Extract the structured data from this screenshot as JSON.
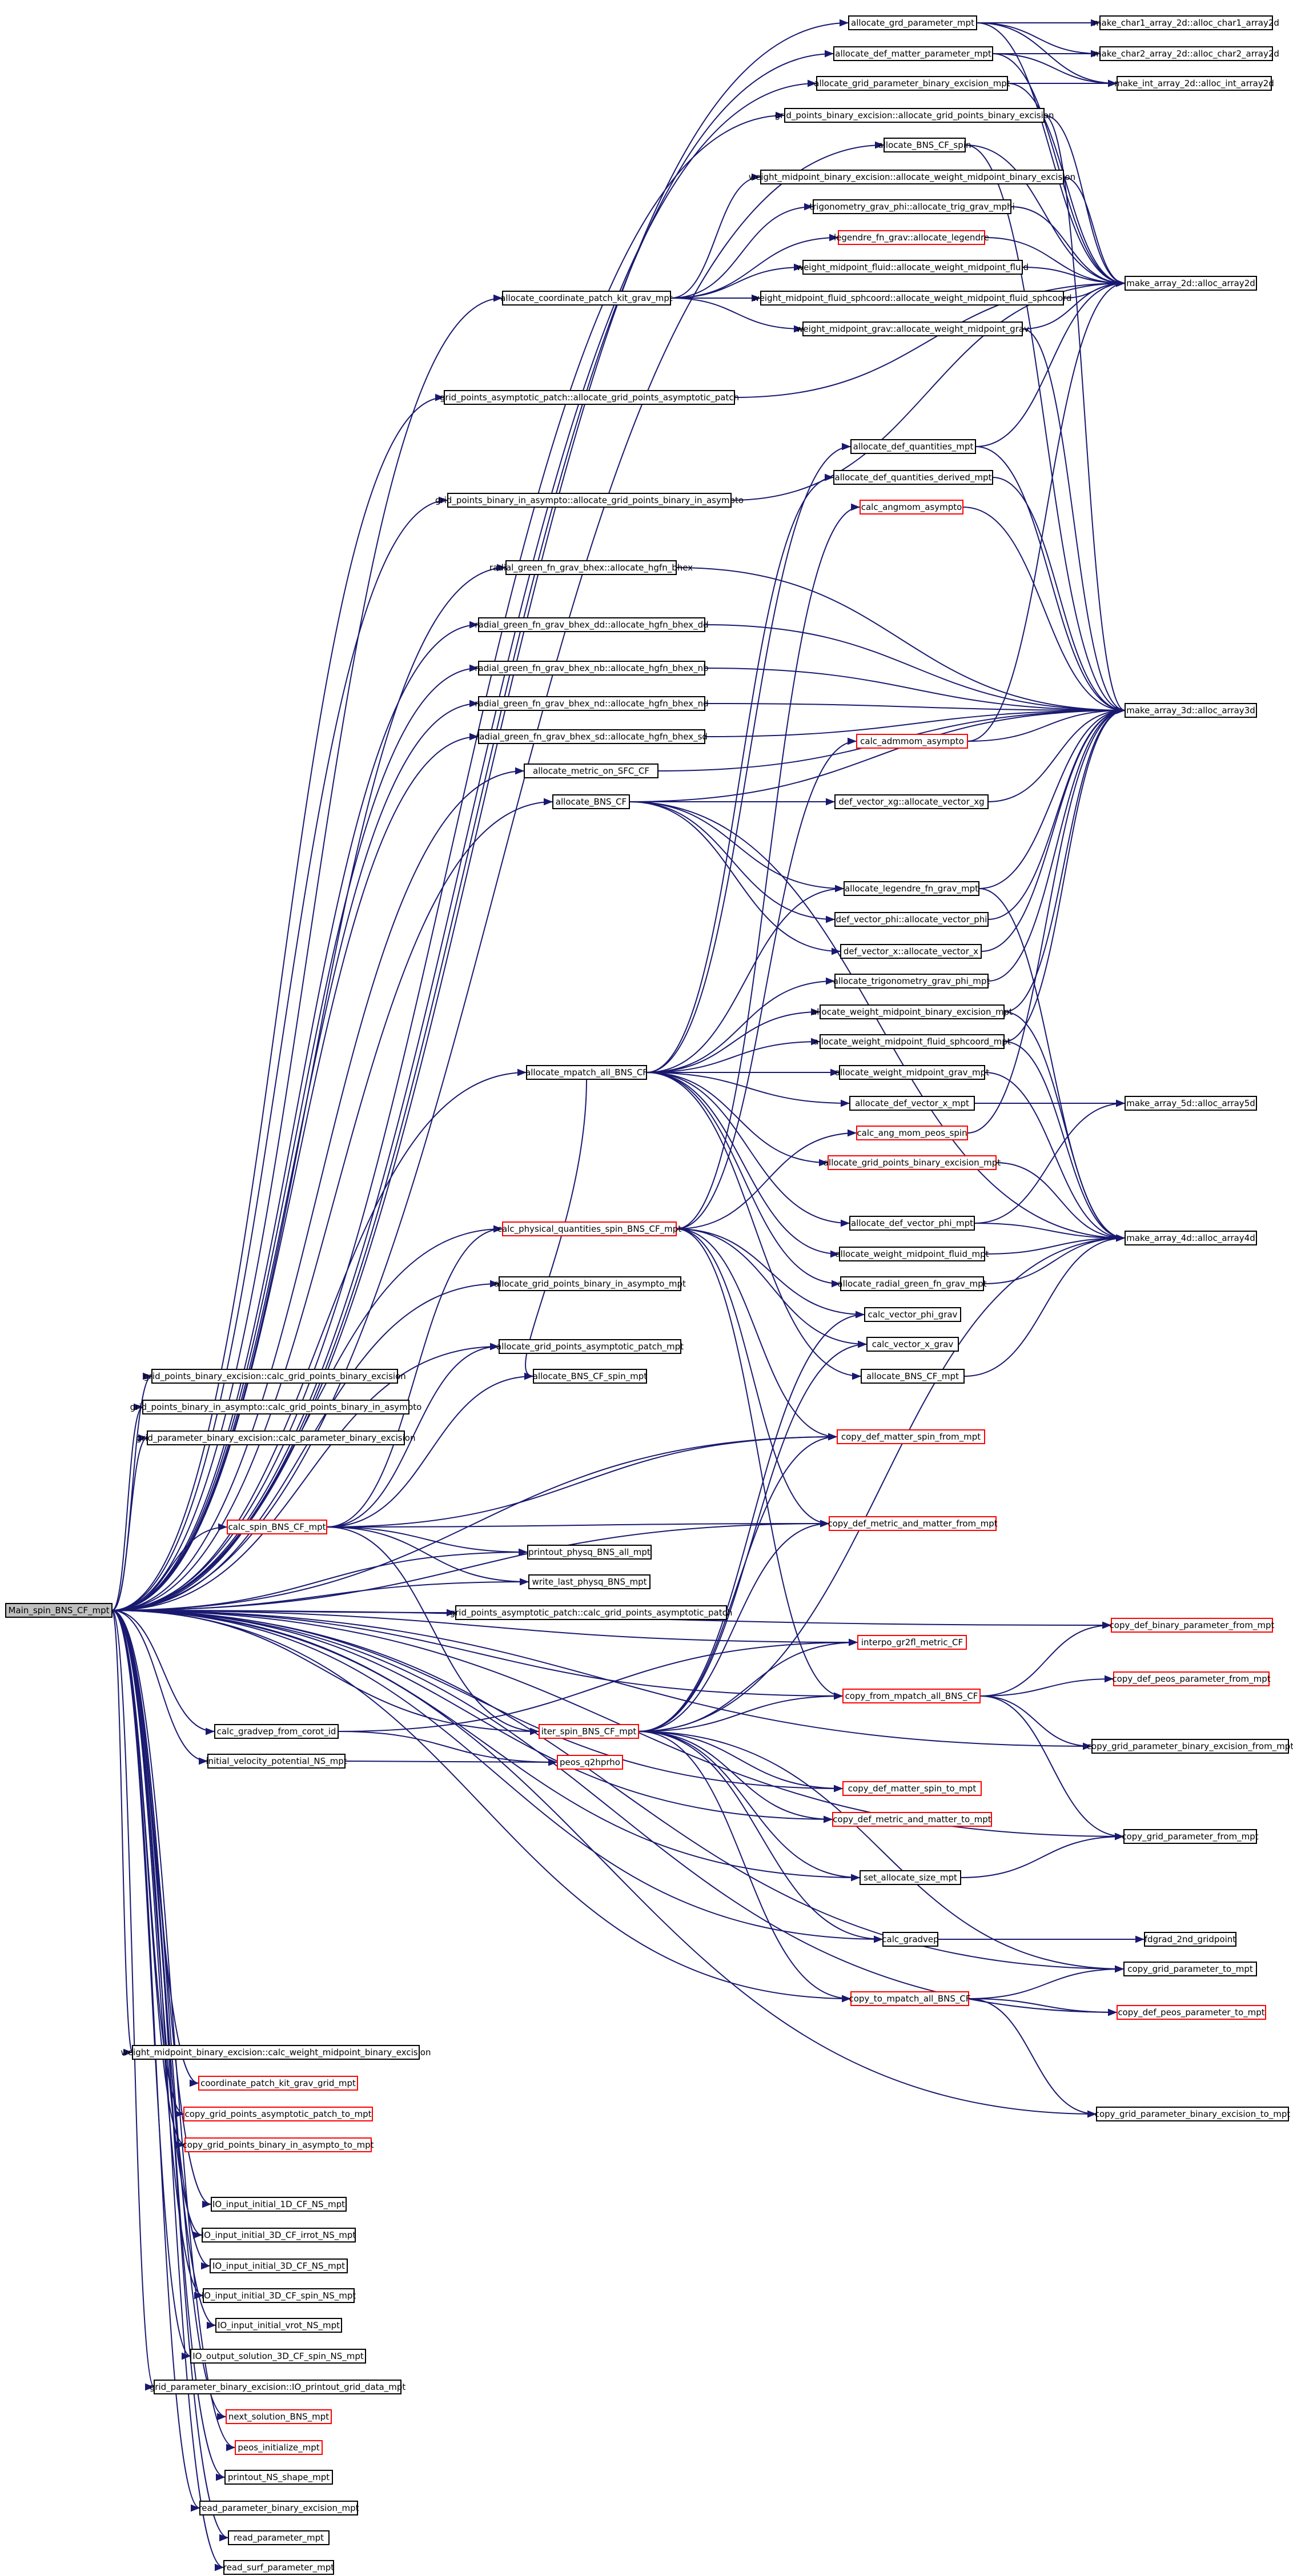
{
  "colors": {
    "edge": "#191970",
    "node_border": "#000000",
    "truncated_border": "#ff0000",
    "root_fill": "#bfbfbf"
  },
  "nodes": [
    {
      "id": "root",
      "label": "Main_spin_BNS_CF_mpt",
      "style": "root"
    },
    {
      "id": "agpm",
      "label": "allocate_grd_parameter_mpt",
      "style": "black"
    },
    {
      "id": "char1",
      "label": "make_char1_array_2d::alloc_char1_array2d",
      "style": "black"
    },
    {
      "id": "admpm",
      "label": "allocate_def_matter_parameter_mpt",
      "style": "black"
    },
    {
      "id": "char2",
      "label": "make_char2_array_2d::alloc_char2_array2d",
      "style": "black"
    },
    {
      "id": "agpbe",
      "label": "allocate_grid_parameter_binary_excision_mpt",
      "style": "black"
    },
    {
      "id": "int2",
      "label": "make_int_array_2d::alloc_int_array2d",
      "style": "black"
    },
    {
      "id": "gpbe_agpbe",
      "label": "grid_points_binary_excision::allocate_grid_points_binary_excision",
      "style": "black"
    },
    {
      "id": "abcs",
      "label": "allocate_BNS_CF_spin",
      "style": "black"
    },
    {
      "id": "wmbe",
      "label": "weight_midpoint_binary_excision::allocate_weight_midpoint_binary_excision",
      "style": "black"
    },
    {
      "id": "tgp",
      "label": "trigonometry_grav_phi::allocate_trig_grav_mphi",
      "style": "black"
    },
    {
      "id": "lfg",
      "label": "legendre_fn_grav::allocate_legendre",
      "style": "red"
    },
    {
      "id": "wmf",
      "label": "weight_midpoint_fluid::allocate_weight_midpoint_fluid",
      "style": "black"
    },
    {
      "id": "arr2",
      "label": "make_array_2d::alloc_array2d",
      "style": "black"
    },
    {
      "id": "acpk",
      "label": "allocate_coordinate_patch_kit_grav_mpt",
      "style": "black"
    },
    {
      "id": "wmfs",
      "label": "weight_midpoint_fluid_sphcoord::allocate_weight_midpoint_fluid_sphcoord",
      "style": "black"
    },
    {
      "id": "wmg",
      "label": "weight_midpoint_grav::allocate_weight_midpoint_grav",
      "style": "black"
    },
    {
      "id": "gpap",
      "label": "grid_points_asymptotic_patch::allocate_grid_points_asymptotic_patch",
      "style": "black"
    },
    {
      "id": "adq",
      "label": "allocate_def_quantities_mpt",
      "style": "black"
    },
    {
      "id": "adqd",
      "label": "allocate_def_quantities_derived_mpt",
      "style": "black"
    },
    {
      "id": "cama",
      "label": "calc_angmom_asympto",
      "style": "red"
    },
    {
      "id": "gpbia",
      "label": "grid_points_binary_in_asympto::allocate_grid_points_binary_in_asympto",
      "style": "black"
    },
    {
      "id": "rgbh",
      "label": "radial_green_fn_grav_bhex::allocate_hgfn_bhex",
      "style": "black"
    },
    {
      "id": "rgbhdd",
      "label": "radial_green_fn_grav_bhex_dd::allocate_hgfn_bhex_dd",
      "style": "black"
    },
    {
      "id": "rgbhnb",
      "label": "radial_green_fn_grav_bhex_nb::allocate_hgfn_bhex_nb",
      "style": "black"
    },
    {
      "id": "rgbhnd",
      "label": "radial_green_fn_grav_bhex_nd::allocate_hgfn_bhex_nd",
      "style": "black"
    },
    {
      "id": "arr3",
      "label": "make_array_3d::alloc_array3d",
      "style": "black"
    },
    {
      "id": "rgbhsd",
      "label": "radial_green_fn_grav_bhex_sd::allocate_hgfn_bhex_sd",
      "style": "black"
    },
    {
      "id": "cadm",
      "label": "calc_admmom_asympto",
      "style": "red"
    },
    {
      "id": "amsfc",
      "label": "allocate_metric_on_SFC_CF",
      "style": "black"
    },
    {
      "id": "abc",
      "label": "allocate_BNS_CF",
      "style": "black"
    },
    {
      "id": "dvxg",
      "label": "def_vector_xg::allocate_vector_xg",
      "style": "black"
    },
    {
      "id": "alfgm",
      "label": "allocate_legendre_fn_grav_mpt",
      "style": "black"
    },
    {
      "id": "dvphi",
      "label": "def_vector_phi::allocate_vector_phi",
      "style": "black"
    },
    {
      "id": "dvx",
      "label": "def_vector_x::allocate_vector_x",
      "style": "black"
    },
    {
      "id": "atgpm",
      "label": "allocate_trigonometry_grav_phi_mpt",
      "style": "black"
    },
    {
      "id": "awmbem",
      "label": "allocate_weight_midpoint_binary_excision_mpt",
      "style": "black"
    },
    {
      "id": "awmfsm",
      "label": "allocate_weight_midpoint_fluid_sphcoord_mpt",
      "style": "black"
    },
    {
      "id": "amab",
      "label": "allocate_mpatch_all_BNS_CF",
      "style": "black"
    },
    {
      "id": "awmgm",
      "label": "allocate_weight_midpoint_grav_mpt",
      "style": "black"
    },
    {
      "id": "advxm",
      "label": "allocate_def_vector_x_mpt",
      "style": "black"
    },
    {
      "id": "arr5",
      "label": "make_array_5d::alloc_array5d",
      "style": "black"
    },
    {
      "id": "campS",
      "label": "calc_ang_mom_peos_spin",
      "style": "red"
    },
    {
      "id": "agpbem",
      "label": "allocate_grid_points_binary_excision_mpt",
      "style": "red"
    },
    {
      "id": "advpm",
      "label": "allocate_def_vector_phi_mpt",
      "style": "black"
    },
    {
      "id": "cpqs",
      "label": "calc_physical_quantities_spin_BNS_CF_mpt",
      "style": "red"
    },
    {
      "id": "arr4",
      "label": "make_array_4d::alloc_array4d",
      "style": "black"
    },
    {
      "id": "awmfm",
      "label": "allocate_weight_midpoint_fluid_mpt",
      "style": "black"
    },
    {
      "id": "agpbiam",
      "label": "allocate_grid_points_binary_in_asympto_mpt",
      "style": "black"
    },
    {
      "id": "argfgm",
      "label": "allocate_radial_green_fn_grav_mpt",
      "style": "black"
    },
    {
      "id": "cvpg",
      "label": "calc_vector_phi_grav",
      "style": "black"
    },
    {
      "id": "agpapm",
      "label": "allocate_grid_points_asymptotic_patch_mpt",
      "style": "black"
    },
    {
      "id": "cvxg",
      "label": "calc_vector_x_grav",
      "style": "black"
    },
    {
      "id": "abcsm",
      "label": "allocate_BNS_CF_spin_mpt",
      "style": "black"
    },
    {
      "id": "abcm",
      "label": "allocate_BNS_CF_mpt",
      "style": "black"
    },
    {
      "id": "gpbe_calc",
      "label": "grid_points_binary_excision::calc_grid_points_binary_excision",
      "style": "black"
    },
    {
      "id": "gpbia_calc",
      "label": "grid_points_binary_in_asympto::calc_grid_points_binary_in_asympto",
      "style": "black"
    },
    {
      "id": "gparbe_calc",
      "label": "grid_parameter_binary_excision::calc_parameter_binary_excision",
      "style": "black"
    },
    {
      "id": "cdmsf",
      "label": "copy_def_matter_spin_from_mpt",
      "style": "red"
    },
    {
      "id": "csbm",
      "label": "calc_spin_BNS_CF_mpt",
      "style": "red"
    },
    {
      "id": "cdmmf",
      "label": "copy_def_metric_and_matter_from_mpt",
      "style": "red"
    },
    {
      "id": "ppba",
      "label": "printout_physq_BNS_all_mpt",
      "style": "black"
    },
    {
      "id": "wlpb",
      "label": "write_last_physq_BNS_mpt",
      "style": "black"
    },
    {
      "id": "gpap_calc",
      "label": "grid_points_asymptotic_patch::calc_grid_points_asymptotic_patch",
      "style": "black"
    },
    {
      "id": "cdbpf",
      "label": "copy_def_binary_parameter_from_mpt",
      "style": "red"
    },
    {
      "id": "i2mc",
      "label": "interpo_gr2fl_metric_CF",
      "style": "red"
    },
    {
      "id": "cdppf",
      "label": "copy_def_peos_parameter_from_mpt",
      "style": "red"
    },
    {
      "id": "cfmab",
      "label": "copy_from_mpatch_all_BNS_CF",
      "style": "red"
    },
    {
      "id": "cgfc",
      "label": "calc_gradvep_from_corot_id",
      "style": "black"
    },
    {
      "id": "isbm",
      "label": "iter_spin_BNS_CF_mpt",
      "style": "red"
    },
    {
      "id": "cgpbef",
      "label": "copy_grid_parameter_binary_excision_from_mpt",
      "style": "black"
    },
    {
      "id": "ivpn",
      "label": "initial_velocity_potential_NS_mpt",
      "style": "black"
    },
    {
      "id": "pq2h",
      "label": "peos_q2hprho",
      "style": "red"
    },
    {
      "id": "cdmst",
      "label": "copy_def_matter_spin_to_mpt",
      "style": "red"
    },
    {
      "id": "cdmmt",
      "label": "copy_def_metric_and_matter_to_mpt",
      "style": "red"
    },
    {
      "id": "cgpf",
      "label": "copy_grid_parameter_from_mpt",
      "style": "black"
    },
    {
      "id": "sasm",
      "label": "set_allocate_size_mpt",
      "style": "black"
    },
    {
      "id": "cgv",
      "label": "calc_gradvep",
      "style": "black"
    },
    {
      "id": "fg2g",
      "label": "fdgrad_2nd_gridpoint",
      "style": "black"
    },
    {
      "id": "cgpt",
      "label": "copy_grid_parameter_to_mpt",
      "style": "black"
    },
    {
      "id": "ctmab",
      "label": "copy_to_mpatch_all_BNS_CF",
      "style": "red"
    },
    {
      "id": "cdppt",
      "label": "copy_def_peos_parameter_to_mpt",
      "style": "red"
    },
    {
      "id": "wmbe_calc",
      "label": "weight_midpoint_binary_excision::calc_weight_midpoint_binary_excision",
      "style": "black"
    },
    {
      "id": "cgpbet",
      "label": "copy_grid_parameter_binary_excision_to_mpt",
      "style": "black"
    },
    {
      "id": "cpkggm",
      "label": "coordinate_patch_kit_grav_grid_mpt",
      "style": "red"
    },
    {
      "id": "cgpapt",
      "label": "copy_grid_points_asymptotic_patch_to_mpt",
      "style": "red"
    },
    {
      "id": "cgpbiat",
      "label": "copy_grid_points_binary_in_asympto_to_mpt",
      "style": "red"
    },
    {
      "id": "io1d",
      "label": "IO_input_initial_1D_CF_NS_mpt",
      "style": "black"
    },
    {
      "id": "io3di",
      "label": "IO_input_initial_3D_CF_irrot_NS_mpt",
      "style": "black"
    },
    {
      "id": "io3d",
      "label": "IO_input_initial_3D_CF_NS_mpt",
      "style": "black"
    },
    {
      "id": "io3ds",
      "label": "IO_input_initial_3D_CF_spin_NS_mpt",
      "style": "black"
    },
    {
      "id": "iovn",
      "label": "IO_input_initial_vrot_NS_mpt",
      "style": "black"
    },
    {
      "id": "io3dso",
      "label": "IO_output_solution_3D_CF_spin_NS_mpt",
      "style": "black"
    },
    {
      "id": "gpbe_io",
      "label": "grid_parameter_binary_excision::IO_printout_grid_data_mpt",
      "style": "black"
    },
    {
      "id": "nsb",
      "label": "next_solution_BNS_mpt",
      "style": "red"
    },
    {
      "id": "pim",
      "label": "peos_initialize_mpt",
      "style": "red"
    },
    {
      "id": "pnsm",
      "label": "printout_NS_shape_mpt",
      "style": "black"
    },
    {
      "id": "rpbem",
      "label": "read_parameter_binary_excision_mpt",
      "style": "black"
    },
    {
      "id": "rpm",
      "label": "read_parameter_mpt",
      "style": "black"
    },
    {
      "id": "rspm",
      "label": "read_surf_parameter_mpt",
      "style": "black"
    }
  ],
  "edges": [
    [
      "root",
      "agpm"
    ],
    [
      "root",
      "admpm"
    ],
    [
      "root",
      "agpbe"
    ],
    [
      "root",
      "gpbe_agpbe"
    ],
    [
      "root",
      "abcs"
    ],
    [
      "root",
      "acpk"
    ],
    [
      "root",
      "gpap"
    ],
    [
      "root",
      "gpbia"
    ],
    [
      "root",
      "rgbh"
    ],
    [
      "root",
      "rgbhdd"
    ],
    [
      "root",
      "rgbhnb"
    ],
    [
      "root",
      "rgbhnd"
    ],
    [
      "root",
      "rgbhsd"
    ],
    [
      "root",
      "amsfc"
    ],
    [
      "root",
      "abc"
    ],
    [
      "root",
      "amab"
    ],
    [
      "root",
      "cpqs"
    ],
    [
      "root",
      "agpbiam"
    ],
    [
      "root",
      "agpapm"
    ],
    [
      "root",
      "gpbe_calc"
    ],
    [
      "root",
      "gpbia_calc"
    ],
    [
      "root",
      "gparbe_calc"
    ],
    [
      "root",
      "csbm"
    ],
    [
      "root",
      "ppba"
    ],
    [
      "root",
      "wlpb"
    ],
    [
      "root",
      "gpap_calc"
    ],
    [
      "root",
      "cdbpf"
    ],
    [
      "root",
      "cfmab"
    ],
    [
      "root",
      "cgfc"
    ],
    [
      "root",
      "isbm"
    ],
    [
      "root",
      "ivpn"
    ],
    [
      "root",
      "cdmst"
    ],
    [
      "root",
      "cdmmt"
    ],
    [
      "root",
      "cgpf"
    ],
    [
      "root",
      "sasm"
    ],
    [
      "root",
      "cgv"
    ],
    [
      "root",
      "cgpt"
    ],
    [
      "root",
      "ctmab"
    ],
    [
      "root",
      "wmbe_calc"
    ],
    [
      "root",
      "cpkggm"
    ],
    [
      "root",
      "cgpapt"
    ],
    [
      "root",
      "cgpbiat"
    ],
    [
      "root",
      "io1d"
    ],
    [
      "root",
      "io3di"
    ],
    [
      "root",
      "io3d"
    ],
    [
      "root",
      "io3ds"
    ],
    [
      "root",
      "iovn"
    ],
    [
      "root",
      "io3dso"
    ],
    [
      "root",
      "gpbe_io"
    ],
    [
      "root",
      "nsb"
    ],
    [
      "root",
      "pim"
    ],
    [
      "root",
      "pnsm"
    ],
    [
      "root",
      "rpbem"
    ],
    [
      "root",
      "rpm"
    ],
    [
      "root",
      "rspm"
    ],
    [
      "root",
      "cdmsf"
    ],
    [
      "root",
      "cdmmf"
    ],
    [
      "root",
      "i2mc"
    ],
    [
      "root",
      "cgpbef"
    ],
    [
      "root",
      "cgpbet"
    ],
    [
      "root",
      "cdppt"
    ],
    [
      "agpm",
      "char1"
    ],
    [
      "agpm",
      "char2"
    ],
    [
      "agpm",
      "int2"
    ],
    [
      "agpm",
      "arr2"
    ],
    [
      "admpm",
      "char2"
    ],
    [
      "admpm",
      "int2"
    ],
    [
      "admpm",
      "arr2"
    ],
    [
      "agpbe",
      "int2"
    ],
    [
      "agpbe",
      "arr2"
    ],
    [
      "gpbe_agpbe",
      "arr2"
    ],
    [
      "gpbe_agpbe",
      "arr3"
    ],
    [
      "abcs",
      "arr2"
    ],
    [
      "abcs",
      "arr3"
    ],
    [
      "acpk",
      "wmbe"
    ],
    [
      "acpk",
      "tgp"
    ],
    [
      "acpk",
      "lfg"
    ],
    [
      "acpk",
      "wmf"
    ],
    [
      "acpk",
      "wmfs"
    ],
    [
      "acpk",
      "wmg"
    ],
    [
      "wmbe",
      "arr2"
    ],
    [
      "tgp",
      "arr2"
    ],
    [
      "lfg",
      "arr2"
    ],
    [
      "wmf",
      "arr2"
    ],
    [
      "wmfs",
      "arr2"
    ],
    [
      "wmg",
      "arr2"
    ],
    [
      "wmg",
      "arr3"
    ],
    [
      "gpap",
      "arr2"
    ],
    [
      "gpbia",
      "arr2"
    ],
    [
      "adq",
      "arr2"
    ],
    [
      "adq",
      "arr3"
    ],
    [
      "adqd",
      "arr3"
    ],
    [
      "cama",
      "arr3"
    ],
    [
      "rgbh",
      "arr3"
    ],
    [
      "rgbhdd",
      "arr3"
    ],
    [
      "rgbhnb",
      "arr3"
    ],
    [
      "rgbhnd",
      "arr3"
    ],
    [
      "rgbhsd",
      "arr3"
    ],
    [
      "cadm",
      "arr2"
    ],
    [
      "cadm",
      "arr3"
    ],
    [
      "amsfc",
      "arr3"
    ],
    [
      "abc",
      "dvxg"
    ],
    [
      "abc",
      "alfgm"
    ],
    [
      "abc",
      "dvphi"
    ],
    [
      "abc",
      "dvx"
    ],
    [
      "abc",
      "arr3"
    ],
    [
      "abc",
      "arr4"
    ],
    [
      "dvxg",
      "arr3"
    ],
    [
      "alfgm",
      "arr3"
    ],
    [
      "alfgm",
      "arr4"
    ],
    [
      "dvphi",
      "arr3"
    ],
    [
      "dvx",
      "arr3"
    ],
    [
      "atgpm",
      "arr3"
    ],
    [
      "awmbem",
      "arr3"
    ],
    [
      "awmbem",
      "arr4"
    ],
    [
      "awmfsm",
      "arr3"
    ],
    [
      "awmfsm",
      "arr4"
    ],
    [
      "amab",
      "alfgm"
    ],
    [
      "amab",
      "atgpm"
    ],
    [
      "amab",
      "awmbem"
    ],
    [
      "amab",
      "awmfsm"
    ],
    [
      "amab",
      "awmgm"
    ],
    [
      "amab",
      "advxm"
    ],
    [
      "amab",
      "agpbem"
    ],
    [
      "amab",
      "advpm"
    ],
    [
      "amab",
      "awmfm"
    ],
    [
      "amab",
      "argfgm"
    ],
    [
      "amab",
      "adq"
    ],
    [
      "amab",
      "adqd"
    ],
    [
      "amab",
      "abcm"
    ],
    [
      "amab",
      "abcsm"
    ],
    [
      "awmgm",
      "arr4"
    ],
    [
      "advxm",
      "arr5"
    ],
    [
      "advpm",
      "arr5"
    ],
    [
      "advpm",
      "arr4"
    ],
    [
      "agpbem",
      "arr4"
    ],
    [
      "awmfm",
      "arr4"
    ],
    [
      "argfgm",
      "arr4"
    ],
    [
      "abcm",
      "arr4"
    ],
    [
      "campS",
      "arr3"
    ],
    [
      "cpqs",
      "cama"
    ],
    [
      "cpqs",
      "cadm"
    ],
    [
      "cpqs",
      "campS"
    ],
    [
      "cpqs",
      "cvpg"
    ],
    [
      "cpqs",
      "cvxg"
    ],
    [
      "cpqs",
      "cdmsf"
    ],
    [
      "cpqs",
      "cdmmf"
    ],
    [
      "cpqs",
      "cfmab"
    ],
    [
      "csbm",
      "cpqs"
    ],
    [
      "csbm",
      "ppba"
    ],
    [
      "csbm",
      "wlpb"
    ],
    [
      "csbm",
      "isbm"
    ],
    [
      "csbm",
      "cdmsf"
    ],
    [
      "csbm",
      "cdmmf"
    ],
    [
      "csbm",
      "abcsm"
    ],
    [
      "csbm",
      "agpapm"
    ],
    [
      "cfmab",
      "cdbpf"
    ],
    [
      "cfmab",
      "cdppf"
    ],
    [
      "cfmab",
      "cgpbef"
    ],
    [
      "cfmab",
      "cgpf"
    ],
    [
      "cgfc",
      "pq2h"
    ],
    [
      "cgfc",
      "i2mc"
    ],
    [
      "ivpn",
      "pq2h"
    ],
    [
      "isbm",
      "cfmab"
    ],
    [
      "isbm",
      "i2mc"
    ],
    [
      "isbm",
      "cdmst"
    ],
    [
      "isbm",
      "cdmmt"
    ],
    [
      "isbm",
      "sasm"
    ],
    [
      "isbm",
      "cgv"
    ],
    [
      "isbm",
      "ctmab"
    ],
    [
      "isbm",
      "cdmsf"
    ],
    [
      "isbm",
      "cdmmf"
    ],
    [
      "isbm",
      "cvpg"
    ],
    [
      "isbm",
      "cvxg"
    ],
    [
      "isbm",
      "arr4"
    ],
    [
      "isbm",
      "cgpt"
    ],
    [
      "sasm",
      "cgpf"
    ],
    [
      "cgv",
      "fg2g"
    ],
    [
      "ctmab",
      "cgpt"
    ],
    [
      "ctmab",
      "cdppt"
    ],
    [
      "ctmab",
      "cgpbet"
    ]
  ]
}
